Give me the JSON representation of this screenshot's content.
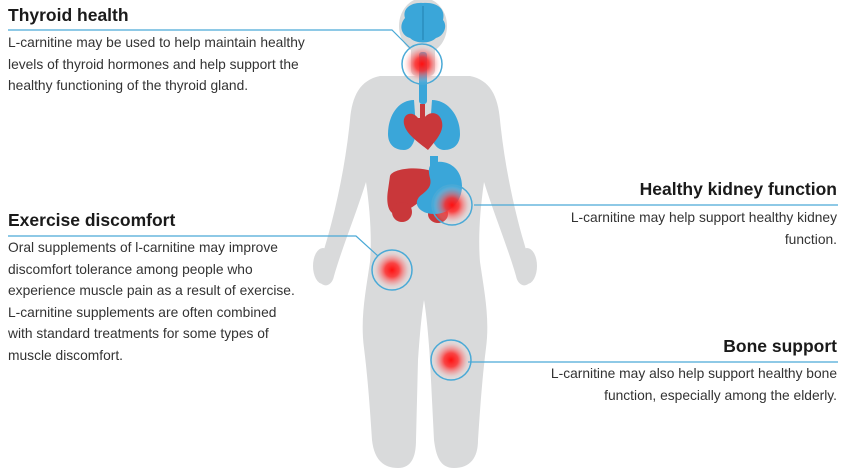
{
  "callouts": {
    "thyroid": {
      "title": "Thyroid health",
      "text": "L-carnitine may be used to help maintain healthy levels of thyroid hormones and help support the healthy functioning of the thyroid gland."
    },
    "exercise": {
      "title": "Exercise discomfort",
      "text": "Oral supplements of l-carnitine may improve discomfort tolerance among people who experience muscle pain as a result of exercise. L-carnitine supplements are often combined with standard treatments for some types of muscle discomfort."
    },
    "kidney": {
      "title": "Healthy kidney function",
      "text": "L-carnitine may help support healthy kidney function."
    },
    "bone": {
      "title": "Bone support",
      "text": "L-carnitine may also help support healthy bone function, especially among the elderly."
    }
  },
  "colors": {
    "silhouette": "#d9dadb",
    "organ_blue": "#3aa6d9",
    "organ_red": "#c9373a",
    "line_blue": "#4aa9d6",
    "highlight_red": "#ff1a1a"
  },
  "icons": [
    "brain-icon",
    "lungs-icon",
    "heart-icon",
    "liver-icon",
    "stomach-icon"
  ]
}
